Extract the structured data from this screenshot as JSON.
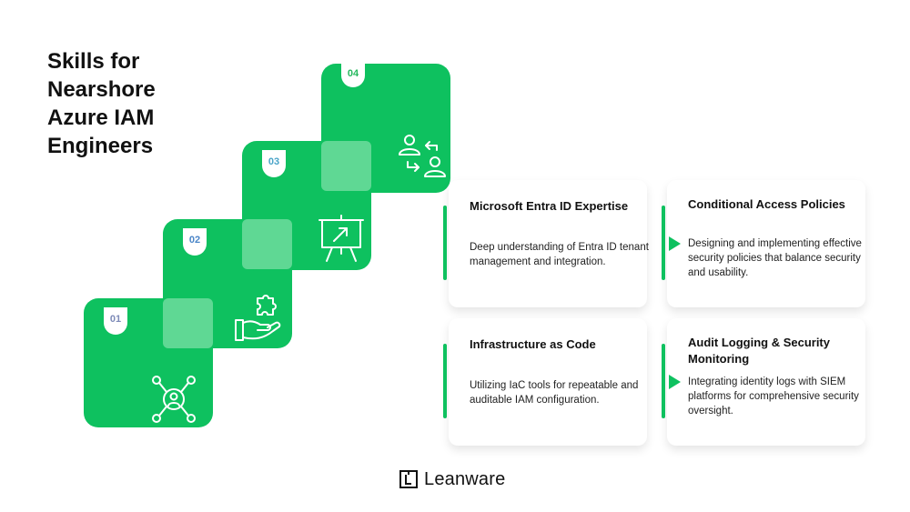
{
  "title_lines": [
    "Skills for",
    "Nearshore",
    "Azure IAM",
    "Engineers"
  ],
  "steps": [
    {
      "number": "01",
      "icon": "network-user-icon"
    },
    {
      "number": "02",
      "icon": "hand-puzzle-icon"
    },
    {
      "number": "03",
      "icon": "presentation-board-icon"
    },
    {
      "number": "04",
      "icon": "user-exchange-icon"
    }
  ],
  "cards": [
    {
      "title": "Microsoft Entra ID Expertise",
      "description": "Deep understanding of Entra ID tenant management and integration."
    },
    {
      "title": "Conditional Access Policies",
      "description": "Designing and implementing effective security policies that balance security and usability."
    },
    {
      "title": "Infrastructure as Code",
      "description": "Utilizing IaC tools for repeatable and auditable IAM configuration."
    },
    {
      "title": "Audit Logging & Security Monitoring",
      "description": "Integrating identity logs with SIEM platforms for comprehensive security oversight."
    }
  ],
  "logo": {
    "name": "Leanware",
    "icon": "leanware-logo-icon"
  },
  "colors": {
    "accent": "#0ec15f",
    "overlap": "#5fd894",
    "text": "#111111"
  }
}
